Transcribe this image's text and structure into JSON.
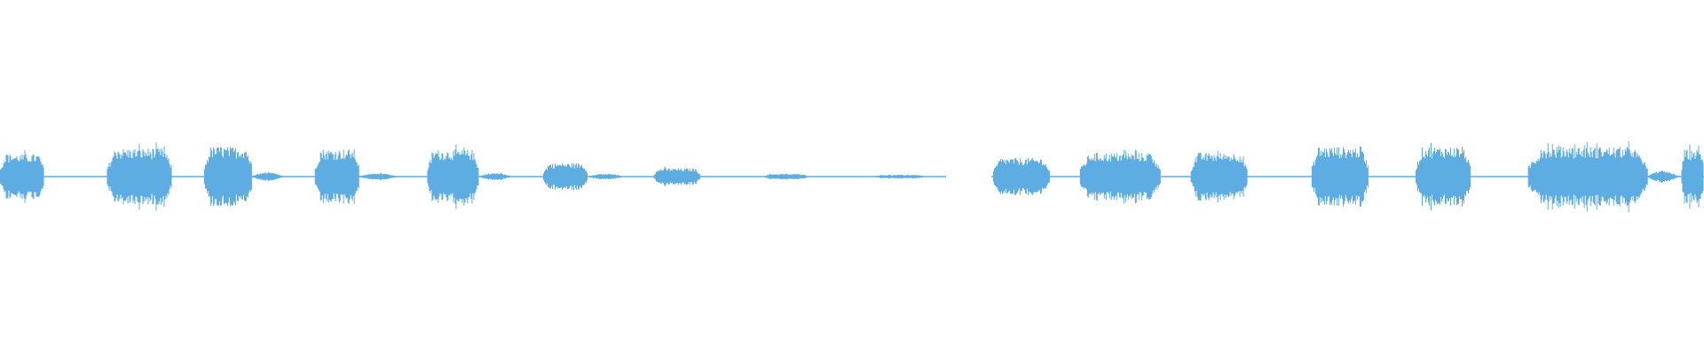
{
  "waveform": {
    "color": "#5DADE2",
    "background": "#FFFFFF",
    "segments": [
      {
        "start": 0.0,
        "end": 0.026,
        "amp": 0.75
      },
      {
        "start": 0.063,
        "end": 0.101,
        "amp": 0.95
      },
      {
        "start": 0.12,
        "end": 0.148,
        "amp": 1.0
      },
      {
        "start": 0.185,
        "end": 0.211,
        "amp": 0.92
      },
      {
        "start": 0.251,
        "end": 0.281,
        "amp": 0.9
      },
      {
        "start": 0.319,
        "end": 0.345,
        "amp": 0.45
      },
      {
        "start": 0.384,
        "end": 0.411,
        "amp": 0.28
      },
      {
        "start": 0.449,
        "end": 0.474,
        "amp": 0.09
      },
      {
        "start": 0.514,
        "end": 0.542,
        "amp": 0.06
      },
      {
        "start": 0.583,
        "end": 0.616,
        "amp": 0.62
      },
      {
        "start": 0.634,
        "end": 0.681,
        "amp": 0.8
      },
      {
        "start": 0.699,
        "end": 0.732,
        "amp": 0.8
      },
      {
        "start": 0.77,
        "end": 0.803,
        "amp": 1.0
      },
      {
        "start": 0.831,
        "end": 0.863,
        "amp": 1.0
      },
      {
        "start": 0.897,
        "end": 0.967,
        "amp": 1.0
      },
      {
        "start": 0.987,
        "end": 1.0,
        "amp": 0.9
      }
    ],
    "tails": [
      {
        "start": 0.148,
        "end": 0.166,
        "amp": 0.15
      },
      {
        "start": 0.211,
        "end": 0.233,
        "amp": 0.12
      },
      {
        "start": 0.281,
        "end": 0.3,
        "amp": 0.12
      },
      {
        "start": 0.345,
        "end": 0.366,
        "amp": 0.1
      },
      {
        "start": 0.967,
        "end": 0.985,
        "amp": 0.2
      }
    ],
    "silence": {
      "start": 0.555,
      "end": 0.582
    }
  }
}
